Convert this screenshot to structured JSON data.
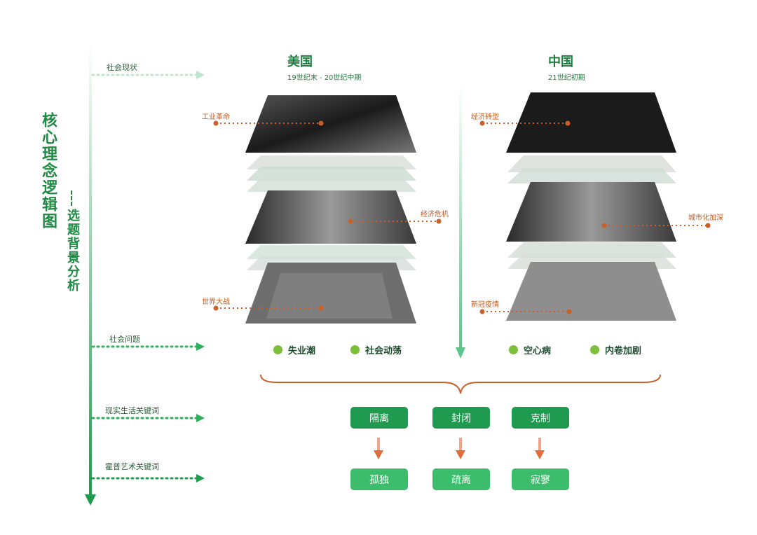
{
  "title_main": "核心理念逻辑图",
  "title_sub": "选题背景分析",
  "row_labels": {
    "social_status": "社会现状",
    "social_problems": "社会问题",
    "life_keywords": "现实生活关键词",
    "art_keywords": "霍普艺术关键词"
  },
  "usa": {
    "title": "美国",
    "period": "19世纪末 - 20世纪中期",
    "callouts": [
      "工业革命",
      "经济危机",
      "世界大战"
    ],
    "issues": [
      "失业潮",
      "社会动荡"
    ]
  },
  "china": {
    "title": "中国",
    "period": "21世纪初期",
    "callouts": [
      "经济转型",
      "城市化加深",
      "新冠疫情"
    ],
    "issues": [
      "空心病",
      "内卷加剧"
    ]
  },
  "life_keywords": [
    "隔离",
    "封闭",
    "克制"
  ],
  "art_keywords": [
    "孤独",
    "疏离",
    "寂寥"
  ],
  "colors": {
    "green_dark": "#1f9a4e",
    "green_light": "#3cbd6b",
    "orange": "#c9602a",
    "dot_green": "#7bbf3a"
  }
}
